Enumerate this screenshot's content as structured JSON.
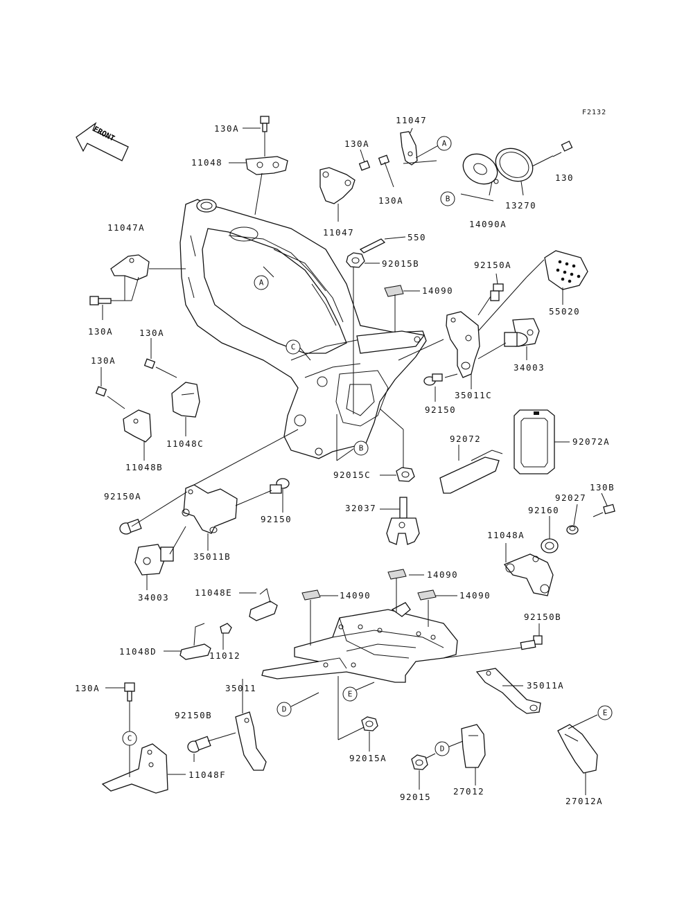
{
  "figure_id": "F2132",
  "front_label": "FRONT",
  "parts": [
    {
      "key": "p130a_1",
      "label": "130A"
    },
    {
      "key": "p11048",
      "label": "11048"
    },
    {
      "key": "p11047_top",
      "label": "11047"
    },
    {
      "key": "p130a_2",
      "label": "130A"
    },
    {
      "key": "p130a_3",
      "label": "130A"
    },
    {
      "key": "p11047_2",
      "label": "11047"
    },
    {
      "key": "p130",
      "label": "130"
    },
    {
      "key": "p13270",
      "label": "13270"
    },
    {
      "key": "p14090a",
      "label": "14090A"
    },
    {
      "key": "p550",
      "label": "550"
    },
    {
      "key": "p11047a",
      "label": "11047A"
    },
    {
      "key": "p92015b",
      "label": "92015B"
    },
    {
      "key": "p92150a_1",
      "label": "92150A"
    },
    {
      "key": "p14090_1",
      "label": "14090"
    },
    {
      "key": "p55020",
      "label": "55020"
    },
    {
      "key": "p130a_4",
      "label": "130A"
    },
    {
      "key": "p130a_5",
      "label": "130A"
    },
    {
      "key": "p130a_6",
      "label": "130A"
    },
    {
      "key": "p34003_1",
      "label": "34003"
    },
    {
      "key": "p35011c",
      "label": "35011C"
    },
    {
      "key": "p92150_1",
      "label": "92150"
    },
    {
      "key": "p11048c",
      "label": "11048C"
    },
    {
      "key": "p11048b",
      "label": "11048B"
    },
    {
      "key": "p92072",
      "label": "92072"
    },
    {
      "key": "p92072a",
      "label": "92072A"
    },
    {
      "key": "p92015c",
      "label": "92015C"
    },
    {
      "key": "p92150a_2",
      "label": "92150A"
    },
    {
      "key": "p92150_2",
      "label": "92150"
    },
    {
      "key": "p32037",
      "label": "32037"
    },
    {
      "key": "p130b",
      "label": "130B"
    },
    {
      "key": "p92027",
      "label": "92027"
    },
    {
      "key": "p92160",
      "label": "92160"
    },
    {
      "key": "p11048a",
      "label": "11048A"
    },
    {
      "key": "p35011b",
      "label": "35011B"
    },
    {
      "key": "p34003_2",
      "label": "34003"
    },
    {
      "key": "p14090_2",
      "label": "14090"
    },
    {
      "key": "p14090_3",
      "label": "14090"
    },
    {
      "key": "p14090_4",
      "label": "14090"
    },
    {
      "key": "p11048e",
      "label": "11048E"
    },
    {
      "key": "p11048d",
      "label": "11048D"
    },
    {
      "key": "p11012",
      "label": "11012"
    },
    {
      "key": "p92150b_1",
      "label": "92150B"
    },
    {
      "key": "p35011a",
      "label": "35011A"
    },
    {
      "key": "p130a_7",
      "label": "130A"
    },
    {
      "key": "p35011",
      "label": "35011"
    },
    {
      "key": "p92150b_2",
      "label": "92150B"
    },
    {
      "key": "p11048f",
      "label": "11048F"
    },
    {
      "key": "p92015a",
      "label": "92015A"
    },
    {
      "key": "p92015",
      "label": "92015"
    },
    {
      "key": "p27012",
      "label": "27012"
    },
    {
      "key": "p27012a",
      "label": "27012A"
    }
  ],
  "refs": [
    {
      "key": "ref_a1",
      "label": "A"
    },
    {
      "key": "ref_a2",
      "label": "A"
    },
    {
      "key": "ref_b1",
      "label": "B"
    },
    {
      "key": "ref_b2",
      "label": "B"
    },
    {
      "key": "ref_c1",
      "label": "C"
    },
    {
      "key": "ref_c2",
      "label": "C"
    },
    {
      "key": "ref_d1",
      "label": "D"
    },
    {
      "key": "ref_d2",
      "label": "D"
    },
    {
      "key": "ref_e1",
      "label": "E"
    },
    {
      "key": "ref_e2",
      "label": "E"
    }
  ]
}
